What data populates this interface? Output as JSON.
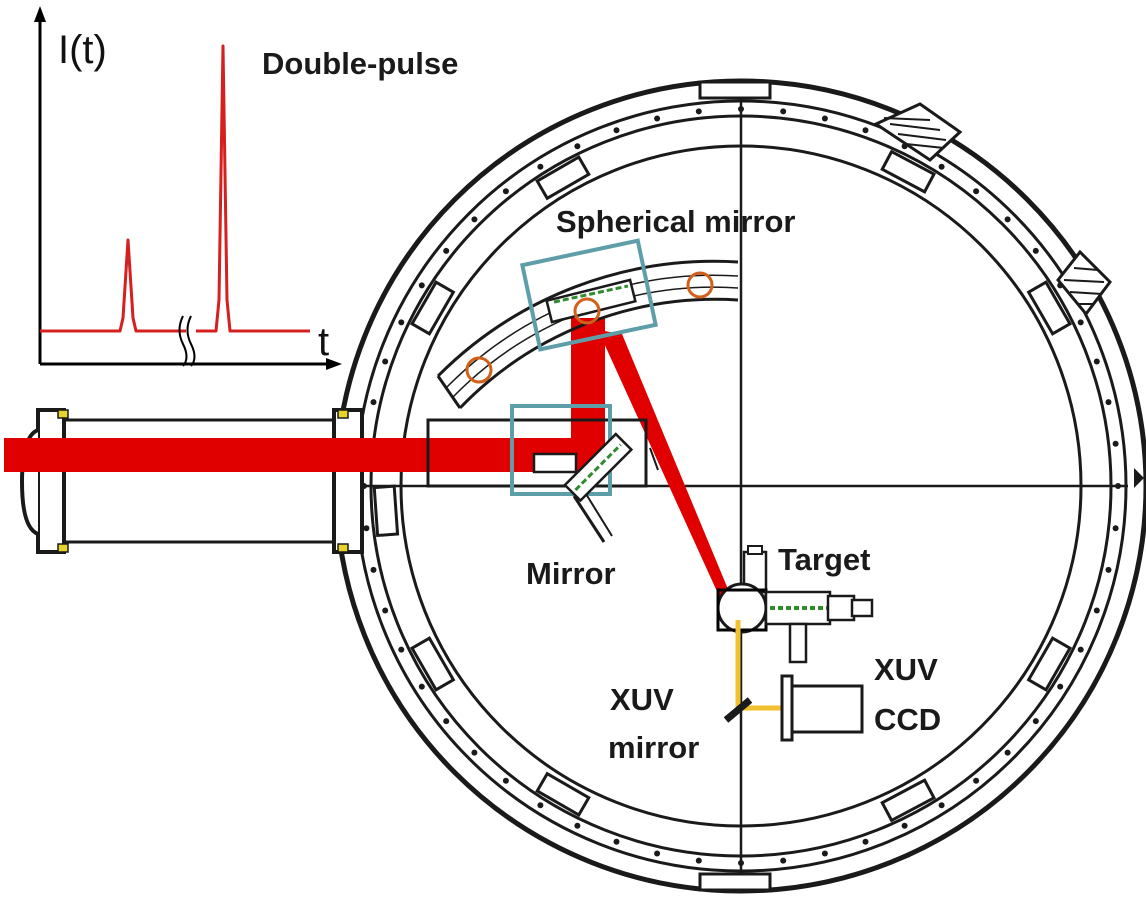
{
  "inset_plot": {
    "y_axis_label": "I(t)",
    "x_axis_label": "t",
    "title": "Double-pulse"
  },
  "labels": {
    "spherical_mirror": "Spherical mirror",
    "mirror": "Mirror",
    "target": "Target",
    "xuv_ccd_line1": "XUV",
    "xuv_ccd_line2": "CCD",
    "xuv_mirror_line1": "XUV",
    "xuv_mirror_line2": "mirror"
  },
  "colors": {
    "laser_beam": "#e00000",
    "pulse_trace": "#d61f1f",
    "xuv_beam": "#f2c12e",
    "highlight_box": "#5e9ea8",
    "fiducial_circle": "#d2601a",
    "green_component": "#2e8b2e",
    "chamber_outline": "#1a1a1a"
  }
}
